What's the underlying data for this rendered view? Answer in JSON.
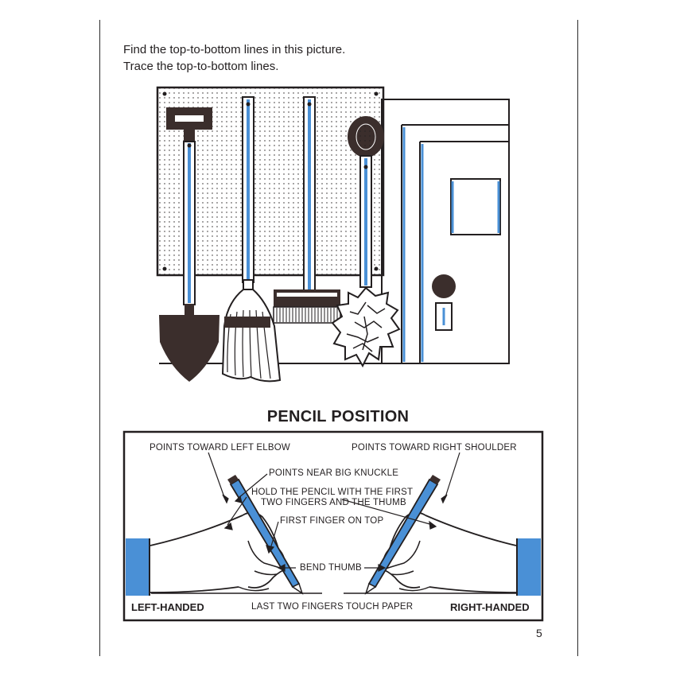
{
  "instructions": {
    "line1": "Find the top-to-bottom lines in this picture.",
    "line2": "Trace the top-to-bottom lines."
  },
  "pencil": {
    "title": "PENCIL POSITION",
    "labels": {
      "left_elbow": "POINTS TOWARD LEFT ELBOW",
      "right_shoulder": "POINTS TOWARD RIGHT SHOULDER",
      "big_knuckle": "POINTS NEAR BIG KNUCKLE",
      "hold_1": "HOLD THE PENCIL WITH THE FIRST",
      "hold_2": "TWO FINGERS AND THE THUMB",
      "first_finger": "FIRST FINGER ON TOP",
      "bend_thumb": "BEND THUMB",
      "last_two": "LAST TWO FINGERS TOUCH PAPER"
    },
    "left_handed": "LEFT-HANDED",
    "right_handed": "RIGHT-HANDED"
  },
  "page_number": "5",
  "colors": {
    "ink": "#231f20",
    "trace_blue": "#4a90d6",
    "cuff_blue": "#4a90d6"
  }
}
